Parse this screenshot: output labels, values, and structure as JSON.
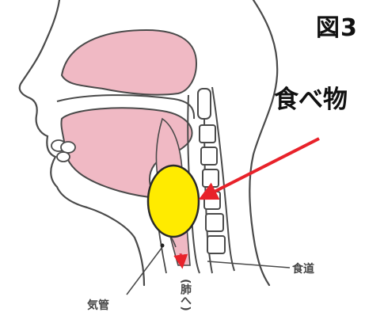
{
  "labels": {
    "figure": "図3",
    "food": "食べ物",
    "esophagus": "食道",
    "trachea": "気管",
    "to_lungs": "(肺へ)"
  },
  "colors": {
    "mucosa_pink": "#f0b9c4",
    "outline": "#4a4a4a",
    "bolus_fill": "#ffeb00",
    "bolus_stroke": "#2a2a2a",
    "arrow_red": "#e8222a",
    "airflow_arrow": "#e0344a"
  }
}
